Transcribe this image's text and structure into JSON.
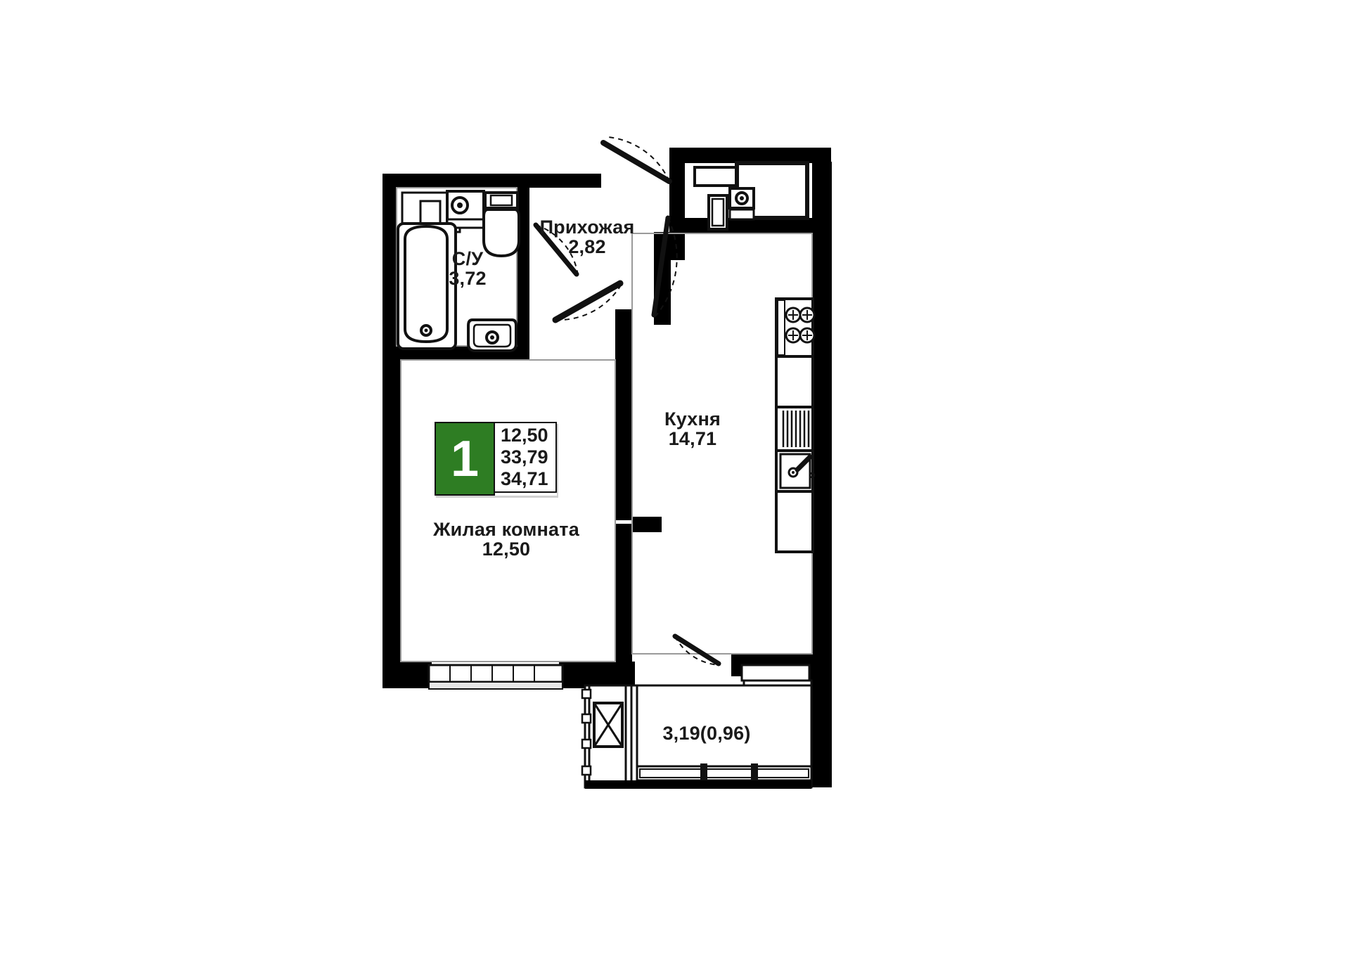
{
  "plan": {
    "type": "apartment-floor-plan",
    "badge": {
      "rooms": "1",
      "living_area": "12,50",
      "area_without_balcony": "33,79",
      "total_area": "34,71",
      "accent_color": "#2e7d23"
    },
    "rooms": [
      {
        "key": "bathroom",
        "name": "С/У",
        "area": "3,72"
      },
      {
        "key": "hallway",
        "name": "Прихожая",
        "area": "2,82"
      },
      {
        "key": "kitchen",
        "name": "Кухня",
        "area": "14,71"
      },
      {
        "key": "living_room",
        "name": "Жилая комната",
        "area": "12,50"
      }
    ],
    "balcony": {
      "label": "3,19(0,96)"
    },
    "fixtures": [
      "bathtub",
      "toilet",
      "washbasin",
      "washing-machine",
      "kitchen-stove",
      "kitchen-sink",
      "kitchen-drainboard",
      "wardrobe-niche"
    ],
    "colors": {
      "wall": "#000000",
      "fixture_line": "#111111",
      "background": "#ffffff",
      "badge_green": "#2e7d23"
    }
  }
}
